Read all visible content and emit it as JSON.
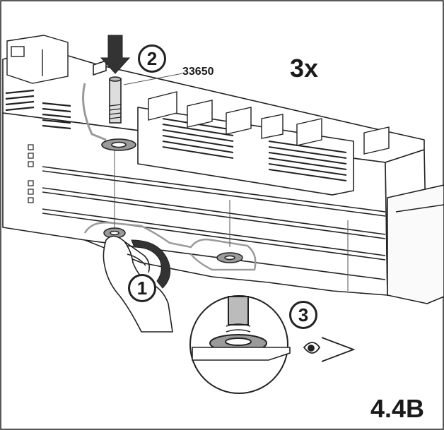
{
  "labels": {
    "multiplier": "3x",
    "part_number": "33650",
    "figure_id": "4.4B"
  },
  "steps": [
    "1",
    "2",
    "3"
  ],
  "icons": [
    "press-down-arrow-icon",
    "rotate-arrow-icon",
    "eye-view-icon"
  ],
  "colors": {
    "line": "#222222",
    "fill": "#ffffff",
    "shade": "#9a9a9a"
  }
}
